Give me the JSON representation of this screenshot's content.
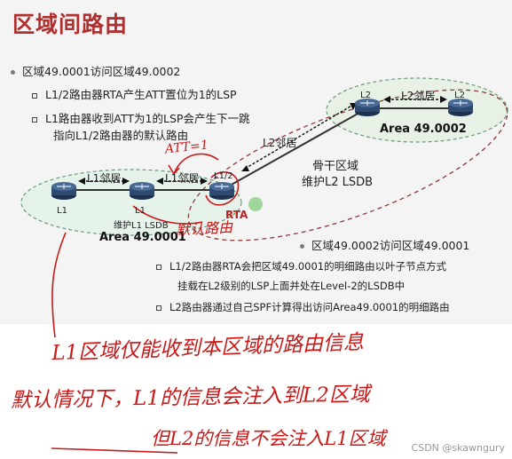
{
  "title": "区域间路由",
  "bullets_top": {
    "main": "区域49.0001访问区域49.0002",
    "sub1": "L1/2路由器RTA产生ATT置位为1的LSP",
    "sub2_line1": "L1路由器收到ATT为1的LSP会产生下一跳",
    "sub2_line2": "指向L1/2路由器的默认路由"
  },
  "bullets_bottom": {
    "main": "区域49.0002访问区域49.0001",
    "sub1_line1": "L1/2路由器RTA会把区域49.0001的明细路由以叶子节点方式",
    "sub1_line2": "挂载在L2级别的LSP上面并处在Level-2的LSDB中",
    "sub2": "L2路由器通过自己SPF计算得出访问Area49.0001的明细路由"
  },
  "diagram": {
    "l1_neighbor_1": "L1邻居",
    "l1_neighbor_2": "L1邻居",
    "l2_neighbor_1": "L2邻居",
    "l2_neighbor_2": "L2邻居",
    "router_l1_left": "L1",
    "router_l1_mid": "L1",
    "router_l1_mid_sub": "维护L1 LSDB",
    "router_rta_tag": "L1/2",
    "router_rta_name": "RTA",
    "router_l2_a": "L2",
    "router_l2_b": "L2",
    "area_left": "Area 49.0001",
    "area_right": "Area 49.0002",
    "backbone_line1": "骨干区域",
    "backbone_line2": "维护L2 LSDB"
  },
  "handwriting": {
    "att": "ATT=1",
    "default_route": "默认路由",
    "note1": "L1区域仅能收到本区域的路由信息",
    "note2": "默认情况下，L1的信息会注入到L2区域",
    "note3": "但L2的信息不会注入L1区域"
  },
  "watermark": "CSDN @skawngury",
  "colors": {
    "title": "#b03030",
    "ink": "#c81818",
    "router": "#2f4a70",
    "area_left_fill": "#e6f3ea",
    "area_right_fill": "#e8f1e6",
    "backbone_dash": "#8a3a3a"
  }
}
